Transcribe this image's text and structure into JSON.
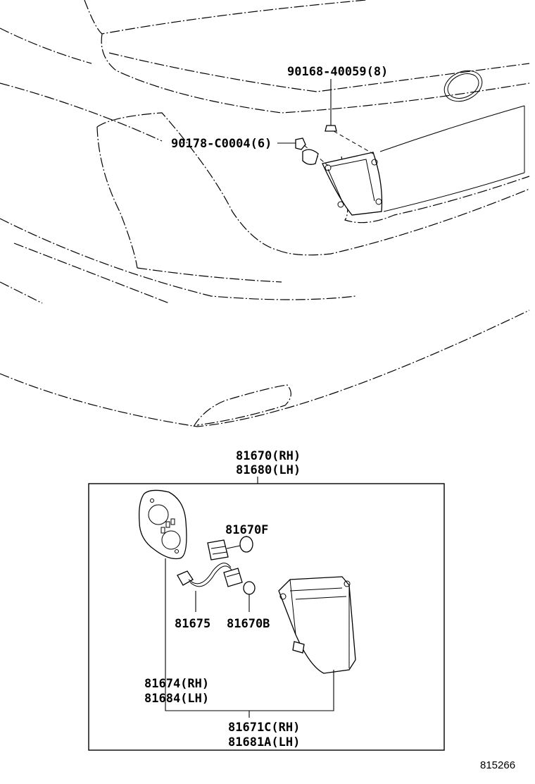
{
  "callouts": {
    "bolt": "90168-40059(8)",
    "nut": "90178-C0004(6)",
    "assembly_rh": "81670(RH)",
    "assembly_lh": "81680(LH)",
    "bulb_front": "81670F",
    "wire": "81675",
    "bulb_back": "81670B",
    "gasket_rh": "81674(RH)",
    "gasket_lh": "81684(LH)",
    "lens_rh": "81671C(RH)",
    "lens_lh": "81681A(LH)"
  },
  "diagram_ref": "815266"
}
